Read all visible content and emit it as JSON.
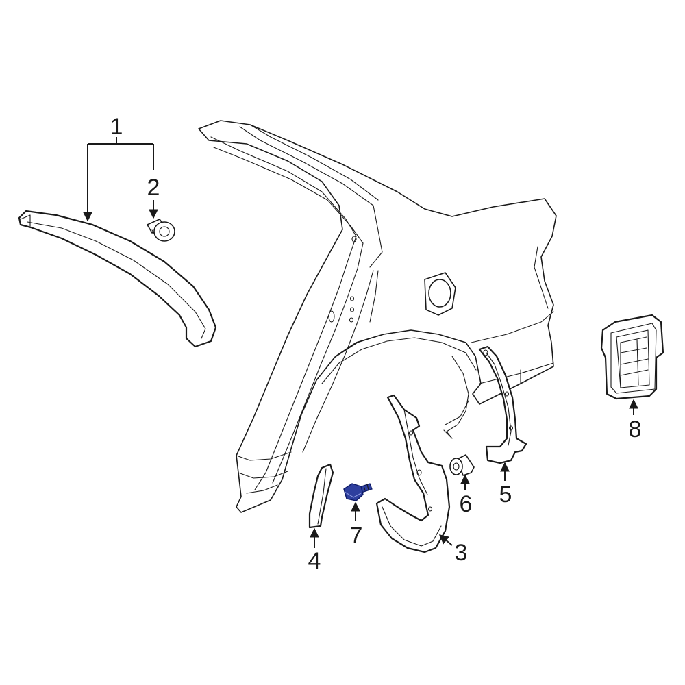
{
  "diagram": {
    "type": "exploded-parts-diagram",
    "line_color": "#1a1a1a",
    "background_color": "#ffffff",
    "highlight_color": "#2e3f9e",
    "highlighted_callout": "7",
    "callouts": [
      {
        "id": "1",
        "label": "1"
      },
      {
        "id": "2",
        "label": "2"
      },
      {
        "id": "3",
        "label": "3"
      },
      {
        "id": "4",
        "label": "4"
      },
      {
        "id": "5",
        "label": "5"
      },
      {
        "id": "6",
        "label": "6"
      },
      {
        "id": "7",
        "label": "7"
      },
      {
        "id": "8",
        "label": "8"
      }
    ]
  }
}
